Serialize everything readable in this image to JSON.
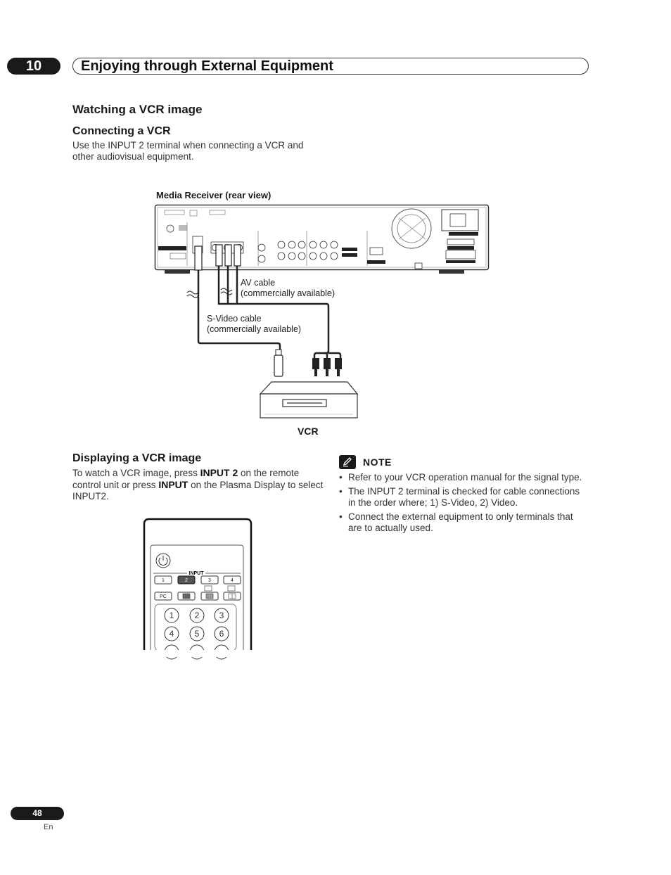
{
  "header": {
    "chapter_number": "10",
    "chapter_title": "Enjoying through External Equipment"
  },
  "section": {
    "title": "Watching a VCR image"
  },
  "connecting": {
    "title": "Connecting a VCR",
    "body": "Use the INPUT 2 terminal when connecting a VCR and other audiovisual equipment."
  },
  "diagram": {
    "receiver_label": "Media Receiver (rear view)",
    "av_cable_line1": "AV cable",
    "av_cable_line2": "(commercially available)",
    "svideo_cable_line1": "S-Video cable",
    "svideo_cable_line2": "(commercially available)",
    "vcr_label": "VCR"
  },
  "displaying": {
    "title": "Displaying a VCR image",
    "text_1": "To watch a VCR image, press ",
    "bold_1": "INPUT 2",
    "text_2": " on the remote control unit or press ",
    "bold_2": "INPUT",
    "text_3": " on the Plasma Display to select INPUT2."
  },
  "remote": {
    "input_label": "INPUT",
    "input_buttons": [
      "1",
      "2",
      "3",
      "4"
    ],
    "pc_label": "PC",
    "number_buttons": [
      "1",
      "2",
      "3",
      "4",
      "5",
      "6"
    ]
  },
  "note": {
    "title": "NOTE",
    "items": [
      "Refer to your VCR operation manual for the signal type.",
      "The INPUT 2 terminal is checked for cable connections in the order where; 1) S-Video, 2) Video.",
      "Connect the external equipment to only terminals that are to actually used."
    ]
  },
  "footer": {
    "page_number": "48",
    "language": "En"
  }
}
